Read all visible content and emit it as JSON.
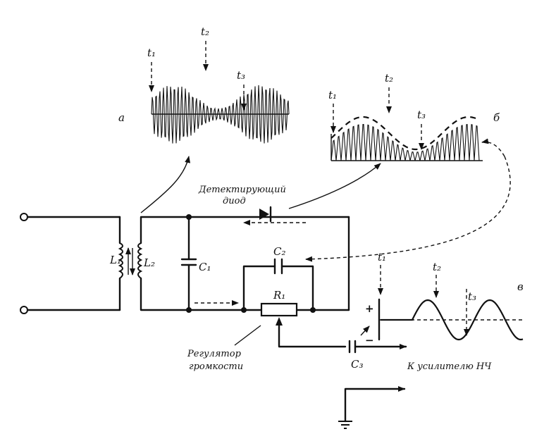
{
  "labels": {
    "panel_a": "а",
    "panel_b": "б",
    "panel_c": "в",
    "t1": "t₁",
    "t2": "t₂",
    "t3": "t₃",
    "L1": "L₁",
    "L2": "L₂",
    "C1": "C₁",
    "C2": "C₂",
    "C3": "C₃",
    "R1": "R₁",
    "plus": "+",
    "minus": "−",
    "detector_diode_line1": "Детектирующий",
    "detector_diode_line2": "диод",
    "volume_control_line1": "Регулятор",
    "volume_control_line2": "громкости",
    "to_amplifier": "К усилителю НЧ"
  }
}
